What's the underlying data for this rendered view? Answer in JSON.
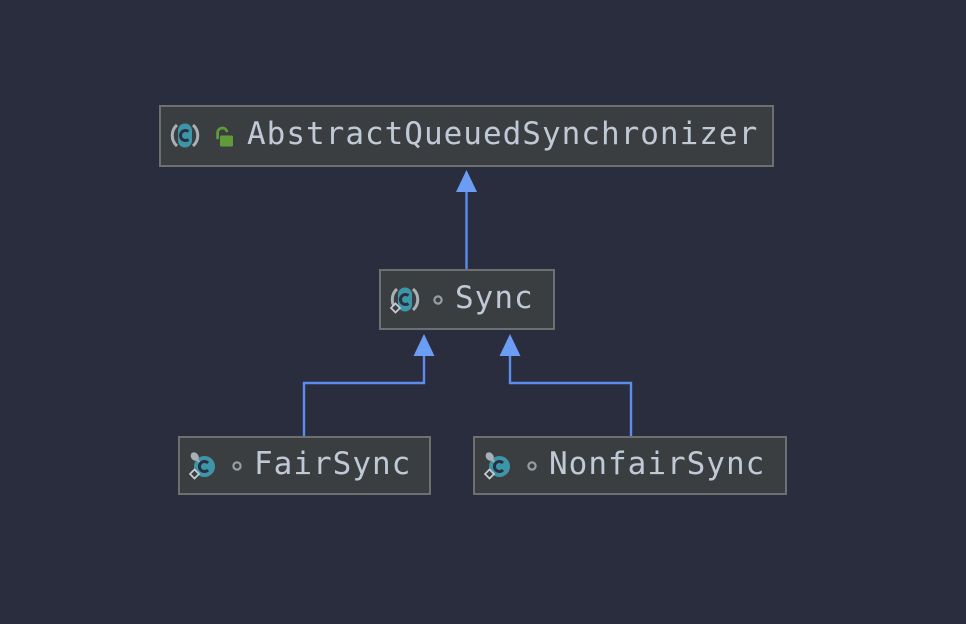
{
  "diagram": {
    "kind": "class-inheritance-hierarchy",
    "colors": {
      "background": "#292d3d",
      "node_fill": "#3b3e40",
      "node_border": "#6d6f71",
      "label_text": "#c0c9d6",
      "edge_line": "#5c8cee",
      "edge_arrow": "#6c9df4",
      "class_icon_teal": "#3e95a8",
      "class_icon_letter": "#273140",
      "public_lock_green": "#619a38",
      "modifier_mark_gray": "#a9afb6"
    },
    "nodes": [
      {
        "id": "aqs",
        "label": "AbstractQueuedSynchronizer",
        "icon": "abstract-class-icon",
        "visibility_icon": "public-open-lock-icon"
      },
      {
        "id": "sync",
        "label": "Sync",
        "icon": "abstract-static-class-icon",
        "visibility_icon": "package-private-circle-icon"
      },
      {
        "id": "fairsync",
        "label": "FairSync",
        "icon": "final-static-class-icon",
        "visibility_icon": "package-private-circle-icon"
      },
      {
        "id": "nonfairsync",
        "label": "NonfairSync",
        "icon": "final-static-class-icon",
        "visibility_icon": "package-private-circle-icon"
      }
    ],
    "edges": [
      {
        "from": "Sync",
        "to": "AbstractQueuedSynchronizer",
        "relation": "extends"
      },
      {
        "from": "FairSync",
        "to": "Sync",
        "relation": "extends"
      },
      {
        "from": "NonfairSync",
        "to": "Sync",
        "relation": "extends"
      }
    ]
  }
}
